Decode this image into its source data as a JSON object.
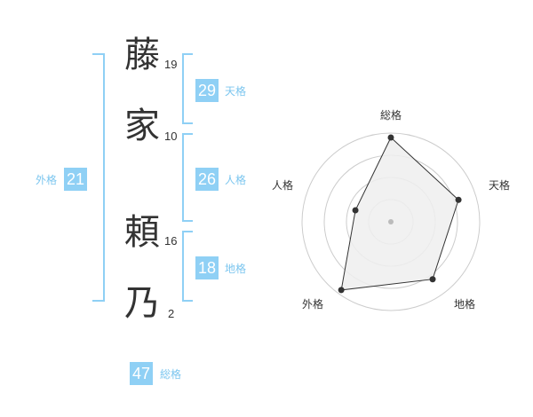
{
  "name": {
    "chars": [
      {
        "char": "藤",
        "strokes": "19"
      },
      {
        "char": "家",
        "strokes": "10"
      },
      {
        "char": "頼",
        "strokes": "16"
      },
      {
        "char": "乃",
        "strokes": "2"
      }
    ]
  },
  "scores": {
    "tenkaku": {
      "value": "29",
      "label": "天格"
    },
    "jinkaku": {
      "value": "26",
      "label": "人格"
    },
    "chikaku": {
      "value": "18",
      "label": "地格"
    },
    "gaikaku": {
      "value": "21",
      "label": "外格"
    },
    "soukaku": {
      "value": "47",
      "label": "総格"
    }
  },
  "radar": {
    "labels": {
      "top": "総格",
      "right": "天格",
      "bottom_right": "地格",
      "bottom_left": "外格",
      "left": "人格"
    },
    "levels": 4,
    "values": {
      "soukaku": 0.95,
      "tenkaku": 0.8,
      "chikaku": 0.8,
      "gaikaku": 0.95,
      "jinkaku": 0.42
    },
    "colors": {
      "ring": "#cccccc",
      "fill": "#eeeeee",
      "line": "#333333",
      "point": "#333333",
      "center": "#bbbbbb"
    }
  },
  "colors": {
    "accent": "#8fd0f5",
    "accent_text": "#7cc6ef",
    "text": "#333333"
  }
}
